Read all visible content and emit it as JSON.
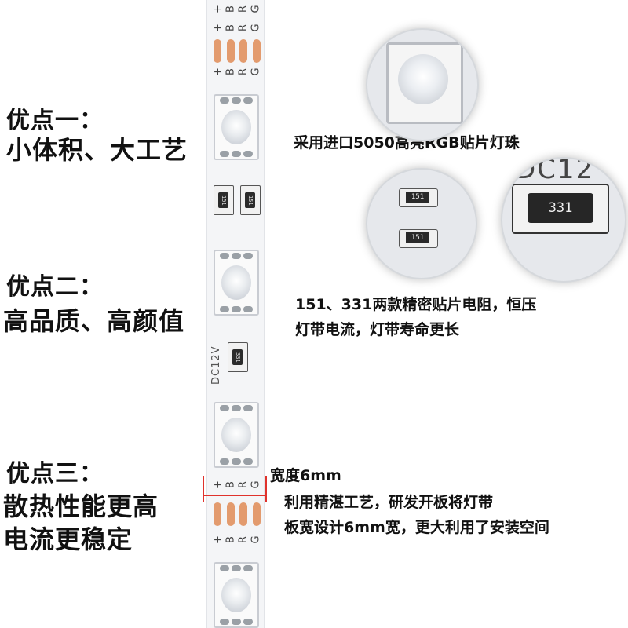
{
  "features": [
    {
      "title": "优点一：",
      "subtitle": "小体积、大工艺",
      "description": [
        "采用进口5050高亮RGB贴片灯珠"
      ]
    },
    {
      "title": "优点二：",
      "subtitle": "高品质、高颜值",
      "description": [
        "151、331两款精密贴片电阻，恒压",
        "灯带电流，灯带寿命更长"
      ]
    },
    {
      "title": "优点三：",
      "subtitle_lines": [
        "散热性能更高",
        "电流更稳定"
      ],
      "description": [
        "利用精湛工艺，研发开板将灯带",
        "板宽设计6mm宽，更大利用了安装空间"
      ]
    }
  ],
  "width_label": "宽度6mm",
  "strip": {
    "pins": [
      "+",
      "B",
      "R",
      "G"
    ],
    "voltage_label": "DC12V",
    "resistor_code_small": "151",
    "resistor_code_large": "331"
  },
  "zoom": {
    "dc_label": "DC12",
    "resistor_a": "151",
    "resistor_b": "151",
    "resistor_big": "331"
  },
  "colors": {
    "text": "#111111",
    "marker": "#e0322c",
    "copper": "#e39b6e"
  }
}
